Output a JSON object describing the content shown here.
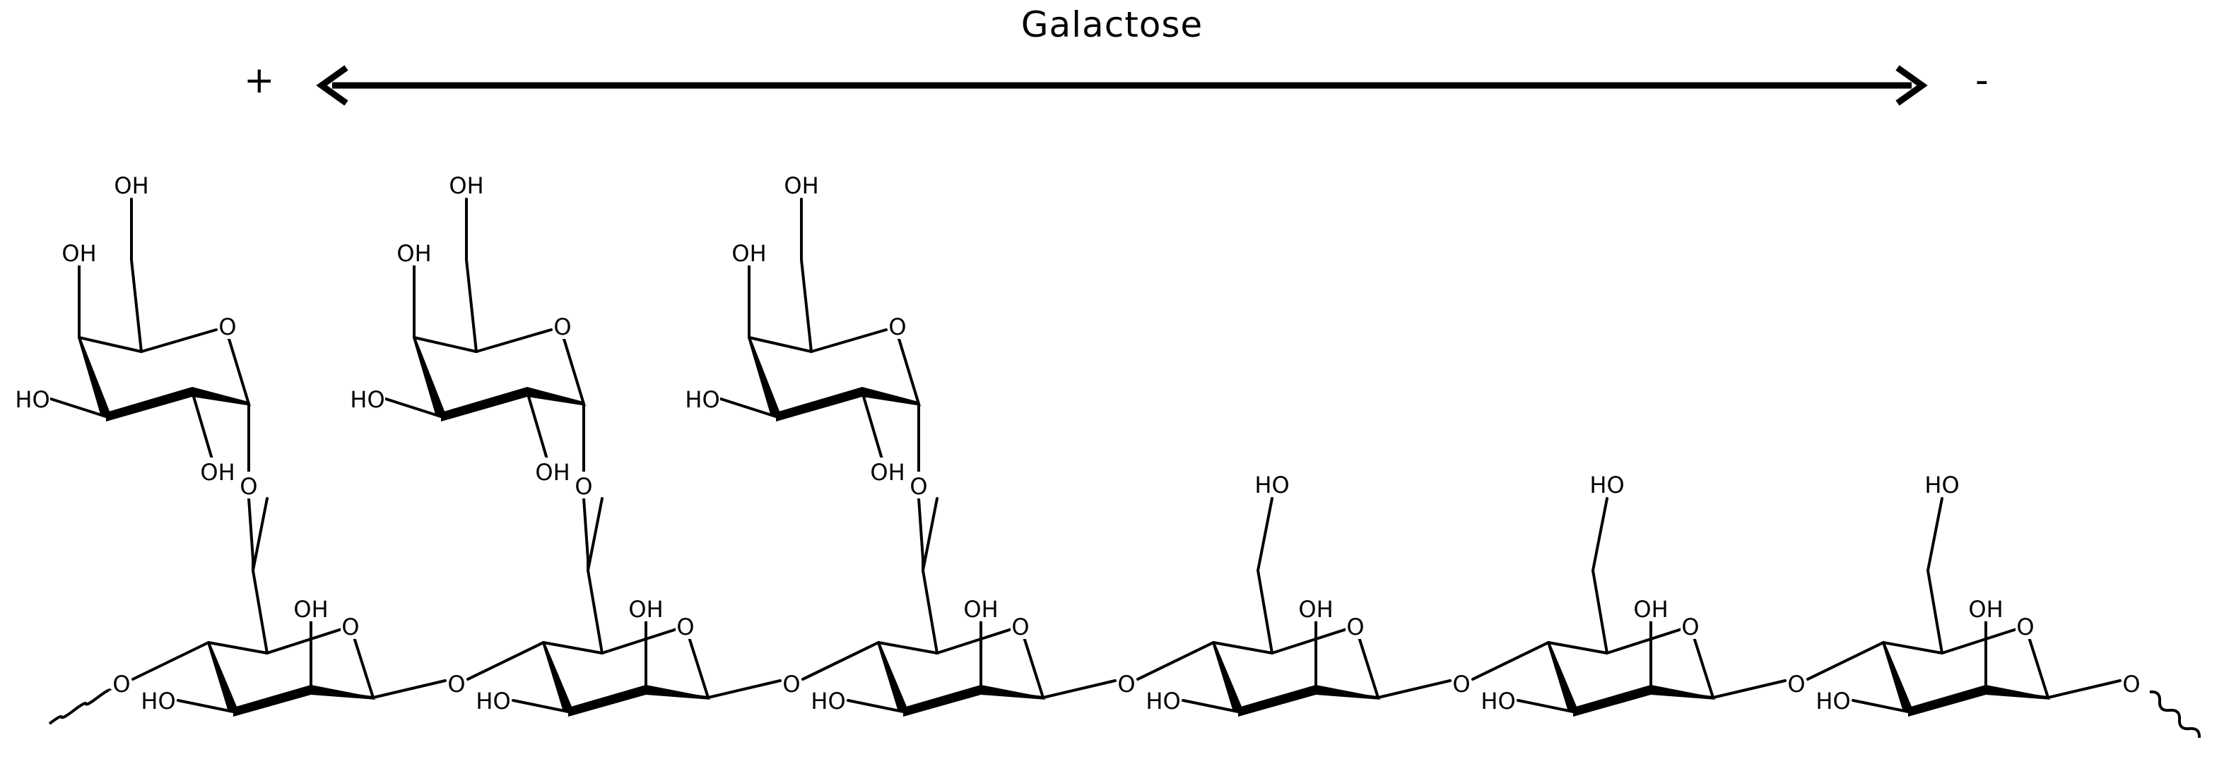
{
  "header": {
    "title": "Galactose",
    "left_pole": "+",
    "right_pole": "-"
  },
  "labels": {
    "hydroxyl": "OH",
    "hydroxyl_left": "HO",
    "ring_oxygen": "O",
    "link_oxygen": "O"
  },
  "structure": {
    "branched_galactose_units": 3,
    "backbone_mannose_units": 6
  },
  "colors": {
    "ink": "#000000",
    "background": "#ffffff"
  }
}
